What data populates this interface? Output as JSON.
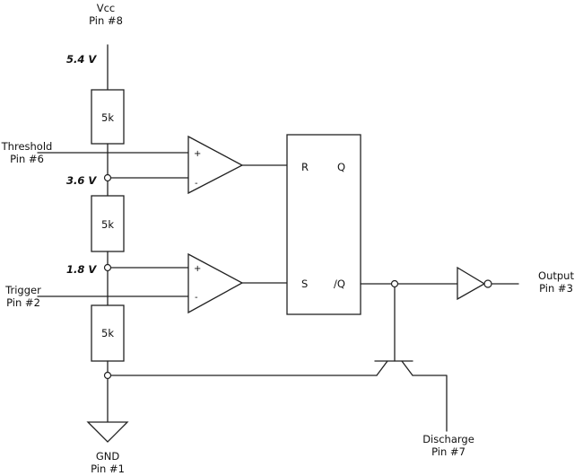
{
  "vcc": {
    "name": "Vcc",
    "pin": "Pin #8"
  },
  "gnd": {
    "name": "GND",
    "pin": "Pin #1"
  },
  "threshold": {
    "name": "Threshold",
    "pin": "Pin #6"
  },
  "trigger": {
    "name": "Trigger",
    "pin": "Pin #2"
  },
  "output": {
    "name": "Output",
    "pin": "Pin #3"
  },
  "discharge": {
    "name": "Discharge",
    "pin": "Pin #7"
  },
  "voltages": {
    "top": "5.4 V",
    "upper_node": "3.6 V",
    "lower_node": "1.8 V"
  },
  "resistors": {
    "r1": "5k",
    "r2": "5k",
    "r3": "5k"
  },
  "comparators": {
    "upper": {
      "plus": "+",
      "minus": "-"
    },
    "lower": {
      "plus": "+",
      "minus": "-"
    }
  },
  "flipflop": {
    "r": "R",
    "q": "Q",
    "s": "S",
    "qbar": "/Q"
  }
}
